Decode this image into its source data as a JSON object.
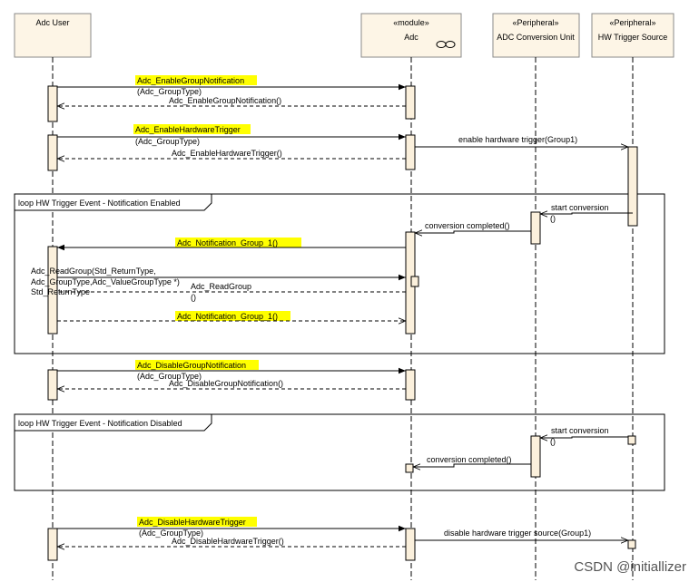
{
  "participants": [
    {
      "name": "Adc User",
      "stereotype": ""
    },
    {
      "name": "Adc",
      "stereotype": "«module»"
    },
    {
      "name": "ADC Conversion Unit",
      "stereotype": "«Peripheral»"
    },
    {
      "name": "HW Trigger Source",
      "stereotype": "«Peripheral»"
    }
  ],
  "colors": {
    "participant_fill": "#fdf5e6",
    "participant_border": "#8a8a8a",
    "activation_fill": "#fbf0dc",
    "highlight": "#ffff00",
    "frame_border": "#000000"
  },
  "fragments": [
    {
      "label": "loop HW Trigger Event - Notification Enabled"
    },
    {
      "label": "loop HW Trigger Event - Notification Disabled"
    }
  ],
  "messages": {
    "m1": "Adc_EnableGroupNotification",
    "m1b": "(Adc_GroupType)",
    "m1r": "Adc_EnableGroupNotification()",
    "m2": "Adc_EnableHardwareTrigger",
    "m2b": "(Adc_GroupType)",
    "m2r": "Adc_EnableHardwareTrigger()",
    "m2c": "enable hardware trigger(Group1)",
    "m3": "start conversion",
    "m3b": "()",
    "m4": "conversion completed()",
    "m5": "Adc_Notification_Group_1()",
    "m6a": "Adc_ReadGroup(Std_ReturnType,",
    "m6b": "Adc_GroupType,Adc_ValueGroupType *)",
    "m6c": "Adc_ReadGroup",
    "m6d": "()",
    "m6r": "Std_ReturnType",
    "m7": "Adc_Notification_Group_1()",
    "m8": "Adc_DisableGroupNotification",
    "m8b": "(Adc_GroupType)",
    "m8r": "Adc_DisableGroupNotification()",
    "m9": "start conversion",
    "m9b": "()",
    "m10": "conversion completed()",
    "m11": "Adc_DisableHardwareTrigger",
    "m11b": "(Adc_GroupType)",
    "m11r": "Adc_DisableHardwareTrigger()",
    "m11c": "disable hardware trigger source(Group1)"
  },
  "watermark": "CSDN @initiallizer"
}
